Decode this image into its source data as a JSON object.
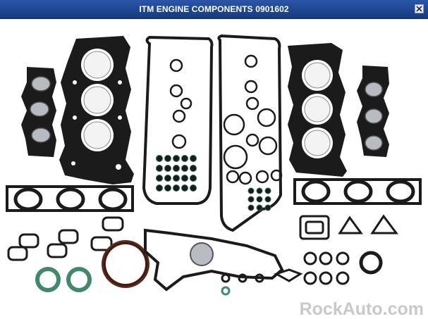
{
  "window": {
    "title": "ITM ENGINE COMPONENTS 0901602",
    "close_icon": "close-icon"
  },
  "image": {
    "subject": "engine-gasket-set-photo",
    "watermark": "RockAuto.com"
  },
  "colors": {
    "titlebar": "#1f4a96",
    "title_text": "#ffffff",
    "gasket_black": "#1b1b1b",
    "silver": "#b8bcc2",
    "seal_green": "#3f8a6a",
    "seal_brown": "#5a2a1e",
    "watermark": "#c9c9c9"
  }
}
